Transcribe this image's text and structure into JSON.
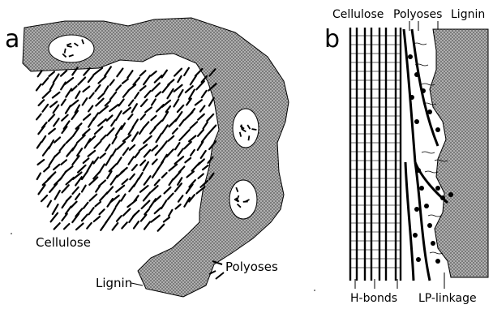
{
  "panel_a": {
    "letter": "a",
    "labels": {
      "cellulose": "Cellulose",
      "lignin": "Lignin",
      "polyoses": "Polyoses"
    }
  },
  "panel_b": {
    "letter": "b",
    "header": {
      "cellulose": "Cellulose",
      "polyoses": "Polyoses",
      "lignin": "Lignin"
    },
    "footer": {
      "hbonds": "H-bonds",
      "lp_linkage": "LP-linkage"
    }
  },
  "colors": {
    "ink": "#000000",
    "lignin_fill": "hatched grey"
  }
}
